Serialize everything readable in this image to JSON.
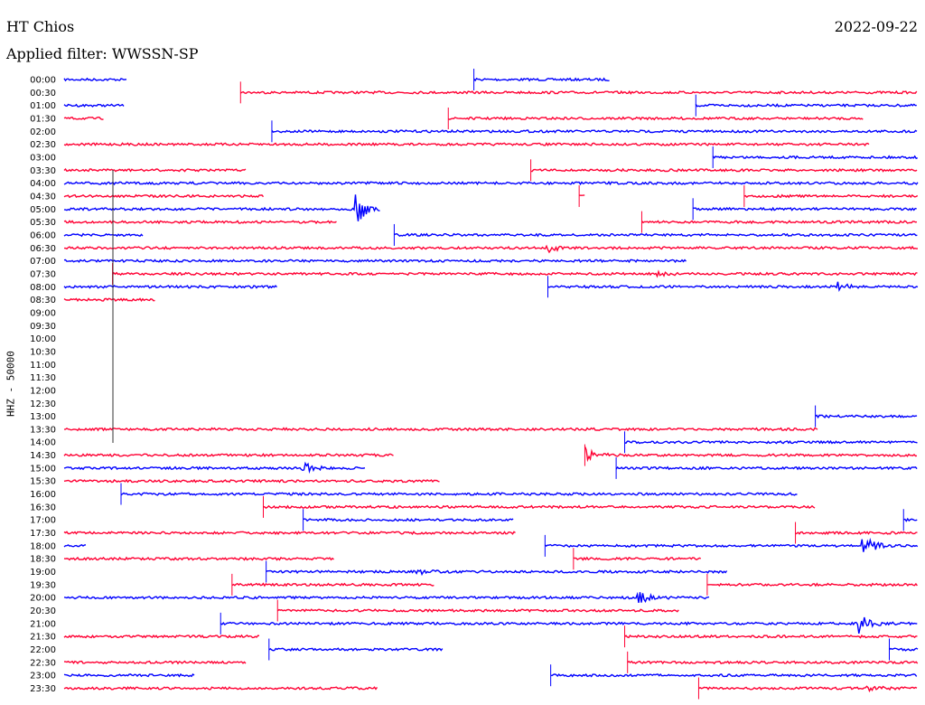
{
  "header": {
    "station": "HT Chios",
    "date": "2022-09-22",
    "filter": "Applied filter: WWSSN-SP"
  },
  "chart_data": {
    "type": "line",
    "title": "HT Chios 2022-09-22",
    "ylabel": "HHZ - 50000",
    "xlabel": "",
    "minutes_per_row": 30,
    "colors": {
      "even": "#0000ff",
      "odd": "#ff0033"
    },
    "rows": [
      {
        "label": "00:00",
        "segments": [
          [
            0,
            2.2
          ],
          [
            14.4,
            19.2
          ]
        ]
      },
      {
        "label": "00:30",
        "segments": [
          [
            6.2,
            30
          ]
        ]
      },
      {
        "label": "01:00",
        "segments": [
          [
            0,
            2.1
          ],
          [
            22.2,
            30
          ]
        ]
      },
      {
        "label": "01:30",
        "segments": [
          [
            0,
            1.4
          ],
          [
            13.5,
            28.1
          ]
        ]
      },
      {
        "label": "02:00",
        "segments": [
          [
            7.3,
            30
          ]
        ]
      },
      {
        "label": "02:30",
        "segments": [
          [
            0,
            28.3
          ]
        ]
      },
      {
        "label": "03:00",
        "segments": [
          [
            22.8,
            30
          ]
        ]
      },
      {
        "label": "03:30",
        "segments": [
          [
            0,
            6.4
          ],
          [
            16.4,
            30
          ]
        ]
      },
      {
        "label": "04:00",
        "segments": [
          [
            0,
            30
          ]
        ]
      },
      {
        "label": "04:30",
        "segments": [
          [
            0,
            7
          ],
          [
            18.1,
            18.3
          ],
          [
            23.9,
            30
          ]
        ]
      },
      {
        "label": "05:00",
        "segments": [
          [
            0,
            11.1
          ],
          [
            22.1,
            30
          ]
        ]
      },
      {
        "label": "05:30",
        "segments": [
          [
            0,
            9.6
          ],
          [
            20.3,
            30
          ]
        ]
      },
      {
        "label": "06:00",
        "segments": [
          [
            0,
            2.8
          ],
          [
            11.6,
            30
          ]
        ]
      },
      {
        "label": "06:30",
        "segments": [
          [
            0,
            30
          ]
        ]
      },
      {
        "label": "07:00",
        "segments": [
          [
            0,
            21.9
          ]
        ]
      },
      {
        "label": "07:30",
        "segments": [
          [
            1.7,
            30
          ]
        ]
      },
      {
        "label": "08:00",
        "segments": [
          [
            0,
            7.5
          ],
          [
            17,
            30
          ]
        ]
      },
      {
        "label": "08:30",
        "segments": [
          [
            0,
            3.2
          ]
        ]
      },
      {
        "label": "09:00",
        "segments": []
      },
      {
        "label": "09:30",
        "segments": []
      },
      {
        "label": "10:00",
        "segments": []
      },
      {
        "label": "10:30",
        "segments": []
      },
      {
        "label": "11:00",
        "segments": []
      },
      {
        "label": "11:30",
        "segments": []
      },
      {
        "label": "12:00",
        "segments": []
      },
      {
        "label": "12:30",
        "segments": []
      },
      {
        "label": "13:00",
        "segments": [
          [
            26.4,
            30
          ]
        ]
      },
      {
        "label": "13:30",
        "segments": [
          [
            0,
            26.5
          ]
        ]
      },
      {
        "label": "14:00",
        "segments": [
          [
            19.7,
            30
          ]
        ]
      },
      {
        "label": "14:30",
        "segments": [
          [
            0,
            11.6
          ],
          [
            18.3,
            30
          ]
        ]
      },
      {
        "label": "15:00",
        "segments": [
          [
            0,
            10.6
          ],
          [
            19.4,
            30
          ]
        ]
      },
      {
        "label": "15:30",
        "segments": [
          [
            0,
            13.2
          ]
        ]
      },
      {
        "label": "16:00",
        "segments": [
          [
            2,
            25.8
          ]
        ]
      },
      {
        "label": "16:30",
        "segments": [
          [
            7,
            26.4
          ]
        ]
      },
      {
        "label": "17:00",
        "segments": [
          [
            8.4,
            15.8
          ],
          [
            29.5,
            30
          ]
        ]
      },
      {
        "label": "17:30",
        "segments": [
          [
            0,
            15.9
          ],
          [
            25.7,
            30
          ]
        ]
      },
      {
        "label": "18:00",
        "segments": [
          [
            0,
            0.8
          ],
          [
            16.9,
            30
          ]
        ]
      },
      {
        "label": "18:30",
        "segments": [
          [
            0,
            9.5
          ],
          [
            17.9,
            22.4
          ]
        ]
      },
      {
        "label": "19:00",
        "segments": [
          [
            7.1,
            23.3
          ]
        ]
      },
      {
        "label": "19:30",
        "segments": [
          [
            5.9,
            13
          ],
          [
            22.6,
            30
          ]
        ]
      },
      {
        "label": "20:00",
        "segments": [
          [
            0,
            22.7
          ]
        ]
      },
      {
        "label": "20:30",
        "segments": [
          [
            7.5,
            21.6
          ]
        ]
      },
      {
        "label": "21:00",
        "segments": [
          [
            5.5,
            30
          ]
        ]
      },
      {
        "label": "21:30",
        "segments": [
          [
            0,
            6.9
          ],
          [
            19.7,
            30
          ]
        ]
      },
      {
        "label": "22:00",
        "segments": [
          [
            7.2,
            13.3
          ],
          [
            29,
            30
          ]
        ]
      },
      {
        "label": "22:30",
        "segments": [
          [
            0,
            6.4
          ],
          [
            19.8,
            30
          ]
        ]
      },
      {
        "label": "23:00",
        "segments": [
          [
            0,
            4.6
          ],
          [
            17.1,
            30
          ]
        ]
      },
      {
        "label": "23:30",
        "segments": [
          [
            0,
            11
          ],
          [
            22.3,
            30
          ]
        ]
      }
    ],
    "events": [
      {
        "row": 10,
        "minute": 10.2,
        "amp": 22
      },
      {
        "row": 13,
        "minute": 16.9,
        "amp": 6
      },
      {
        "row": 15,
        "minute": 20.8,
        "amp": 4
      },
      {
        "row": 16,
        "minute": 27.1,
        "amp": 6
      },
      {
        "row": 29,
        "minute": 18.3,
        "amp": 9
      },
      {
        "row": 30,
        "minute": 8.3,
        "amp": 8
      },
      {
        "row": 36,
        "minute": 28,
        "amp": 16
      },
      {
        "row": 38,
        "minute": 12.3,
        "amp": 4
      },
      {
        "row": 40,
        "minute": 20.1,
        "amp": 11
      },
      {
        "row": 42,
        "minute": 27.9,
        "amp": 12
      },
      {
        "row": 47,
        "minute": 28.2,
        "amp": 4
      }
    ]
  }
}
